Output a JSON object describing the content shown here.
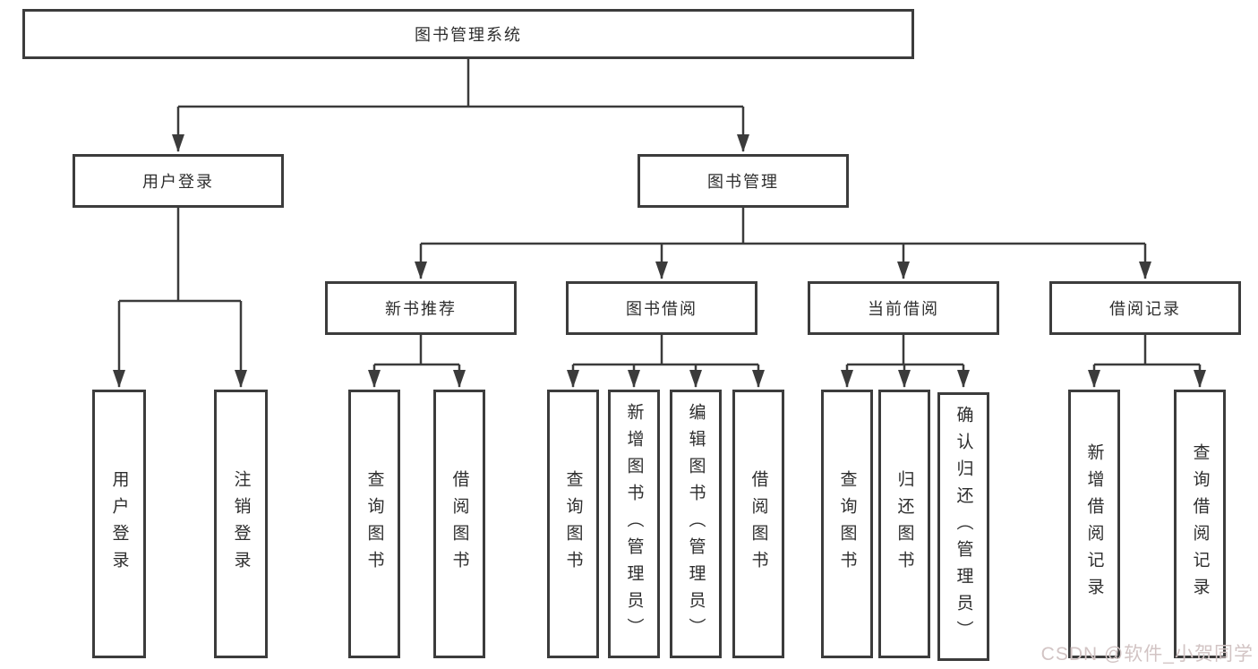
{
  "diagram": {
    "title": "图书管理系统",
    "watermark": "CSDN @软件_小贺同学",
    "colors": {
      "line": "#3b3b3b",
      "box_border": "#3c3c3c",
      "text": "#2e2e2e",
      "watermark": "#d2c4c4",
      "background": "#ffffff"
    },
    "nodes": {
      "root": {
        "label": "图书管理系统"
      },
      "user_login_branch": {
        "label": "用户登录"
      },
      "book_mgmt_branch": {
        "label": "图书管理"
      },
      "new_book_rec": {
        "label": "新书推荐"
      },
      "book_borrow": {
        "label": "图书借阅"
      },
      "current_borrow": {
        "label": "当前借阅"
      },
      "borrow_record": {
        "label": "借阅记录"
      },
      "leaf_user_login": {
        "label": "用户登录"
      },
      "leaf_logout": {
        "label": "注销登录"
      },
      "leaf_nb_query": {
        "label": "查询图书"
      },
      "leaf_nb_borrow": {
        "label": "借阅图书"
      },
      "leaf_bb_query": {
        "label": "查询图书"
      },
      "leaf_bb_add": {
        "label": "新增图书（管理员）"
      },
      "leaf_bb_edit": {
        "label": "编辑图书（管理员）"
      },
      "leaf_bb_borrow": {
        "label": "借阅图书"
      },
      "leaf_cb_query": {
        "label": "查询图书"
      },
      "leaf_cb_return": {
        "label": "归还图书"
      },
      "leaf_cb_confirm": {
        "label": "确认归还（管理员）"
      },
      "leaf_br_add": {
        "label": "新增借阅记录"
      },
      "leaf_br_query": {
        "label": "查询借阅记录"
      }
    }
  }
}
